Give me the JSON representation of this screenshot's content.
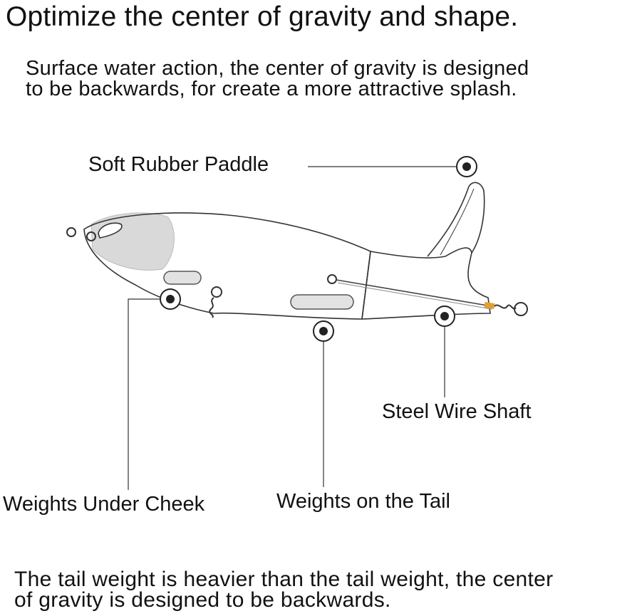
{
  "title": "Optimize the center of gravity and shape.",
  "intro": {
    "line1": "Surface water action, the center of gravity is designed",
    "line2": "to be backwards, for create a more attractive splash."
  },
  "labels": {
    "paddle": "Soft Rubber Paddle",
    "shaft": "Steel Wire Shaft",
    "cheek": "Weights Under Cheek",
    "tail": "Weights on the Tail"
  },
  "outro": {
    "line1": "The tail weight is heavier than the tail weight, the center",
    "line2": "of gravity is designed to be backwards."
  },
  "colors": {
    "line": "#333333",
    "head_shading": "#d9d9d9",
    "weight_fill": "#e2e2e2",
    "hook_accent": "#e0a030"
  }
}
